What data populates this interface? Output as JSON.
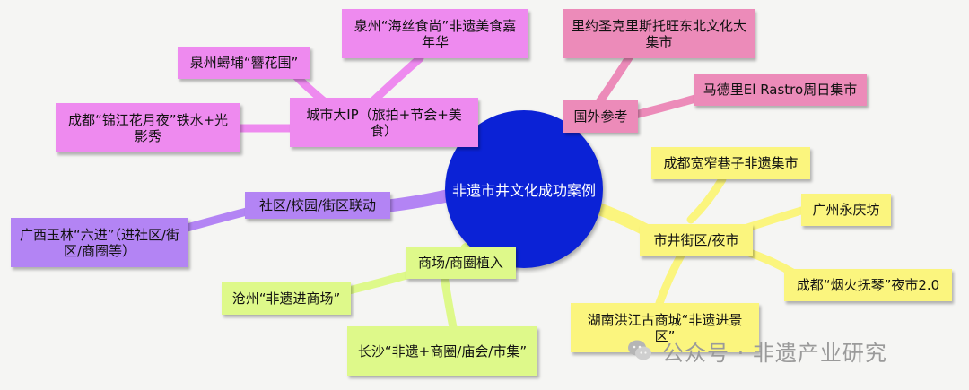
{
  "center": "非遗市井文化成功案例",
  "branches": {
    "city_ip": {
      "label": "城市大IP（旅拍+节会+美食）",
      "leaves": [
        "泉州“海丝食尚”非遗美食嘉年华",
        "泉州蟳埔“簪花围”",
        "成都“锦江花月夜”铁水+光影秀"
      ]
    },
    "foreign": {
      "label": "国外参考",
      "leaves": [
        "里约圣克里斯托旺东北文化大集市",
        "马德里El Rastro周日集市"
      ]
    },
    "street": {
      "label": "市井街区/夜市",
      "leaves": [
        "成都宽窄巷子非遗集市",
        "广州永庆坊",
        "成都“烟火抚琴”夜市2.0",
        "湖南洪江古商城“非遗进景区”"
      ]
    },
    "community": {
      "label": "社区/校园/街区联动",
      "leaves": [
        "广西玉林“六进”（进社区/街区/商圈等）"
      ]
    },
    "mall": {
      "label": "商场/商圈植入",
      "leaves": [
        "沧州“非遗进商场”",
        "长沙“非遗+商圈/庙会/市集”"
      ]
    }
  },
  "colors": {
    "center": "#0b22d6",
    "city_ip": "#ee8aef",
    "foreign": "#ec8bb9",
    "street": "#fbf57e",
    "community": "#b384f4",
    "mall": "#def98a"
  },
  "watermark": {
    "icon": "wechat-icon",
    "text": "公众号 · 非遗产业研究"
  }
}
